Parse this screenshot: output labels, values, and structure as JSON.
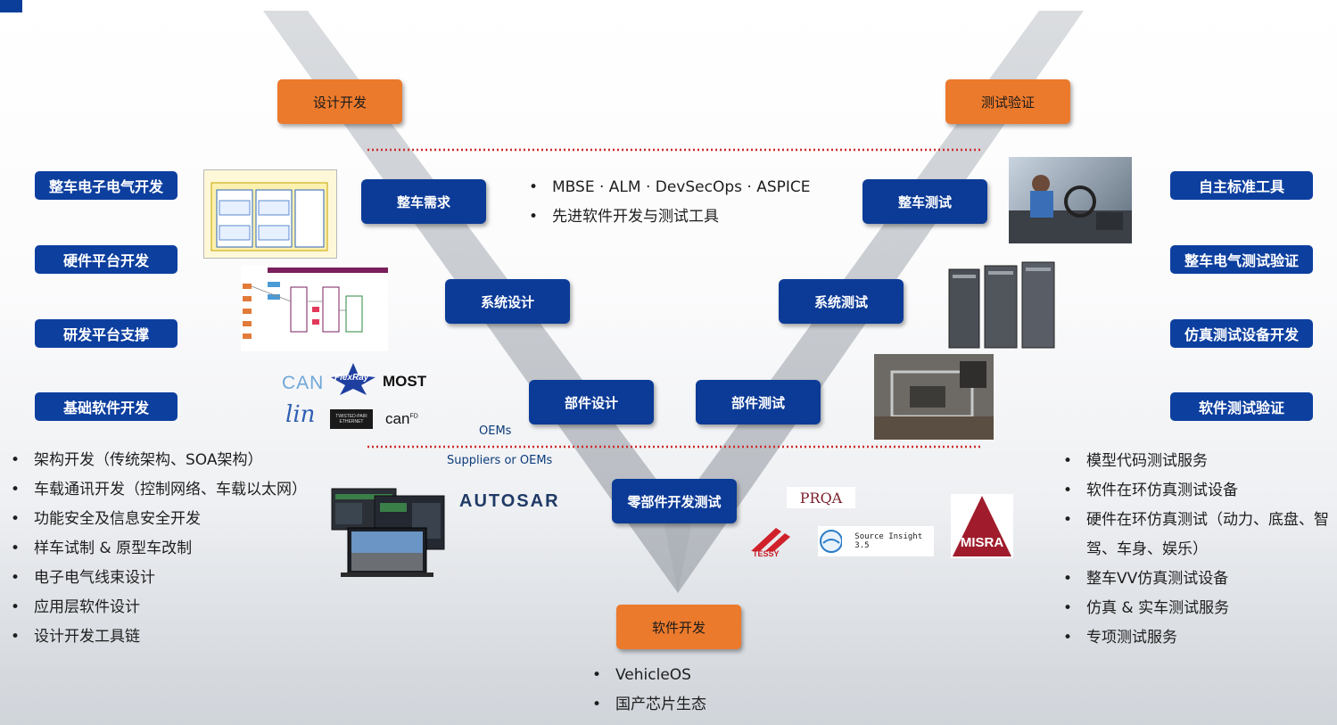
{
  "phases": {
    "design": "设计开发",
    "test": "测试验证",
    "software": "软件开发"
  },
  "v_left": [
    "整车需求",
    "系统设计",
    "部件设计"
  ],
  "v_right": [
    "整车测试",
    "系统测试",
    "部件测试"
  ],
  "v_bottom": "零部件开发测试",
  "top_bullets": [
    "MBSE · ALM · DevSecOps · ASPICE",
    "先进软件开发与测试工具"
  ],
  "left_buttons": [
    "整车电子电气开发",
    "硬件平台开发",
    "研发平台支撑",
    "基础软件开发"
  ],
  "right_buttons": [
    "自主标准工具",
    "整车电气测试验证",
    "仿真测试设备开发",
    "软件测试验证"
  ],
  "left_bullets": [
    "架构开发（传统架构、SOA架构）",
    "车载通讯开发（控制网络、车载以太网）",
    "功能安全及信息安全开发",
    "样车试制 & 原型车改制",
    "电子电气线束设计",
    "应用层软件设计",
    "设计开发工具链"
  ],
  "right_bullets": [
    "模型代码测试服务",
    "软件在环仿真测试设备",
    "硬件在环仿真测试（动力、底盘、智驾、车身、娱乐）",
    "整车VV仿真测试设备",
    "仿真 & 实车测试服务",
    "专项测试服务"
  ],
  "bottom_bullets": [
    "VehicleOS",
    "国产芯片生态"
  ],
  "labels": {
    "oems": "OEMs",
    "suppliers": "Suppliers or OEMs"
  },
  "logos": {
    "can": "CAN",
    "flexray": "FlexRay",
    "most": "MOST",
    "lin": "lin",
    "tpe": "TWISTED-PAIR ETHERNET",
    "canfd": "can",
    "canfd_sup": "FD",
    "autosar": "AUTOSAR",
    "prqa": "PRQA",
    "tessy": "TESSY",
    "source_insight": "Source Insight 3.5",
    "misra": "MISRA"
  },
  "colors": {
    "orange": "#ec7a2c",
    "blue": "#0c3b97",
    "dotted_red": "#d02a2a"
  }
}
